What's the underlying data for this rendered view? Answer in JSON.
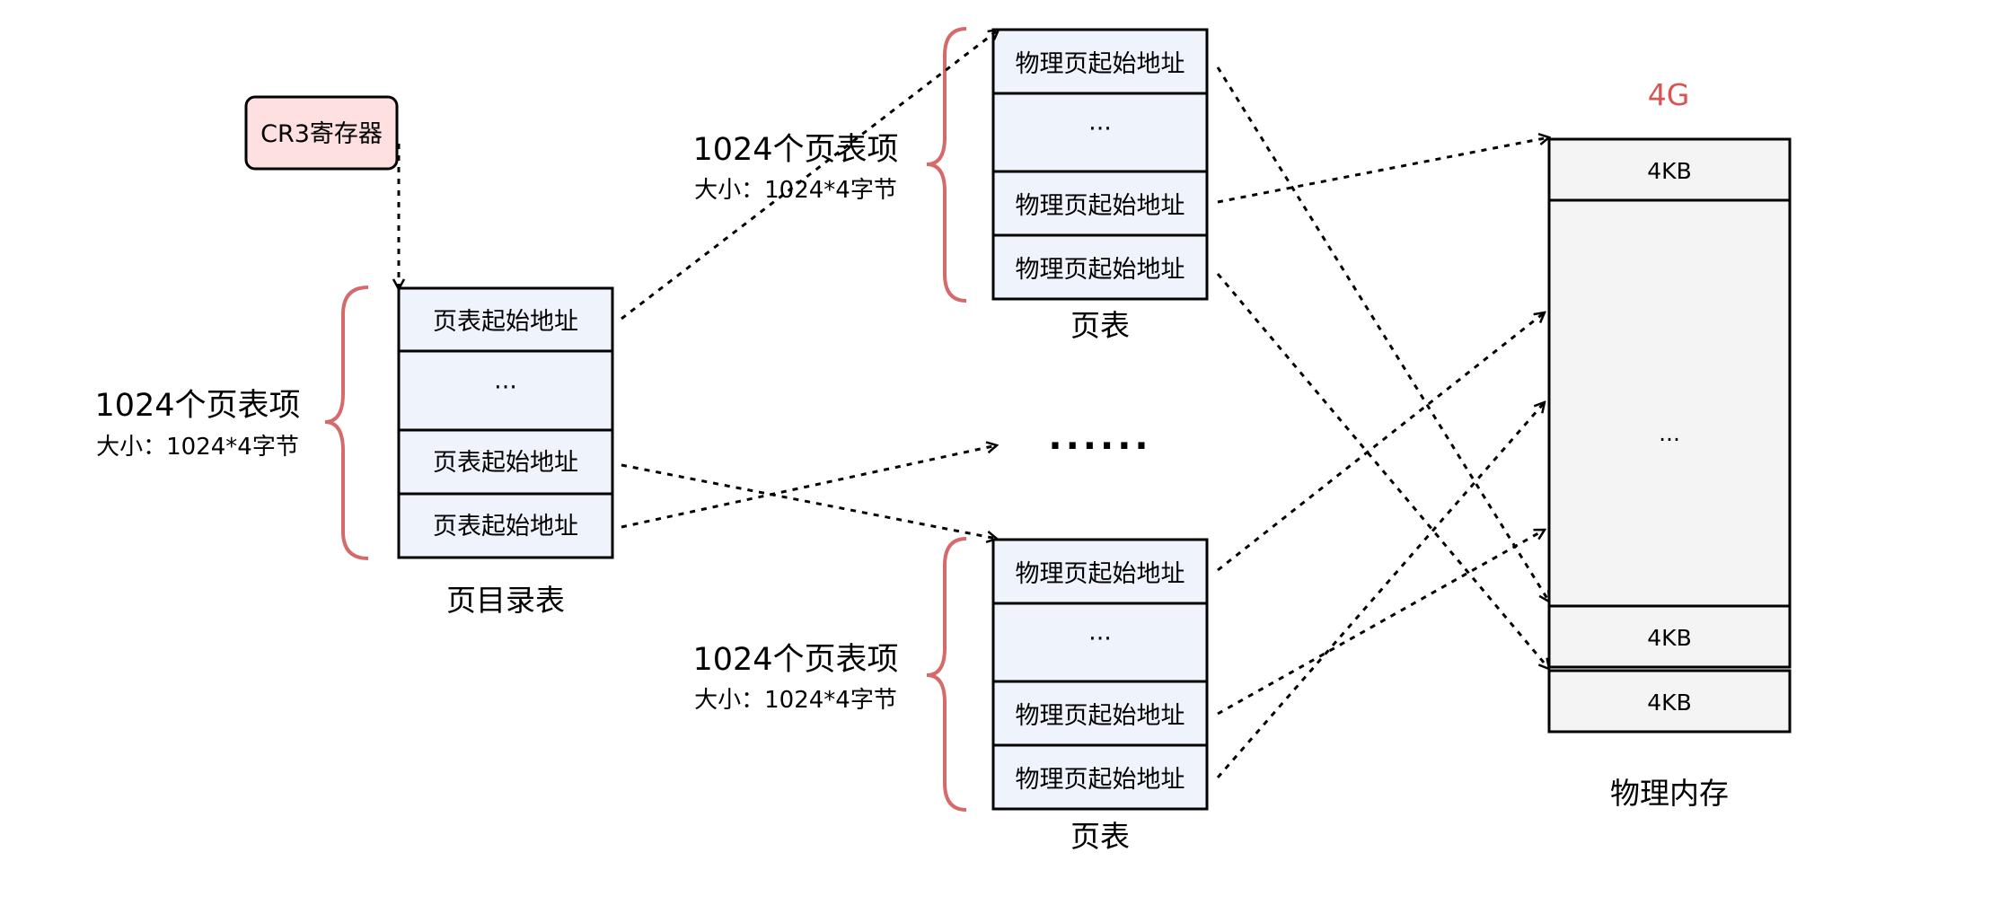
{
  "cr3": {
    "label": "CR3寄存器",
    "fill": "#ffe0e0"
  },
  "page_directory": {
    "title": "页目录表",
    "entries": [
      "页表起始地址",
      "···",
      "页表起始地址",
      "页表起始地址"
    ],
    "brace_label": "1024个页表项",
    "brace_sublabel": "大小：1024*4字节"
  },
  "page_table_top": {
    "title": "页表",
    "entries": [
      "物理页起始地址",
      "···",
      "物理页起始地址",
      "物理页起始地址"
    ],
    "brace_label": "1024个页表项",
    "brace_sublabel": "大小：1024*4字节"
  },
  "page_table_bottom": {
    "title": "页表",
    "entries": [
      "物理页起始地址",
      "···",
      "物理页起始地址",
      "物理页起始地址"
    ],
    "brace_label": "1024个页表项",
    "brace_sublabel": "大小：1024*4字节"
  },
  "middle_ellipsis": "······",
  "physical_memory": {
    "title": "物理内存",
    "top_label": "4G",
    "blocks": [
      "4KB",
      "···",
      "4KB",
      "4KB"
    ]
  },
  "colors": {
    "entry_fill": "#eef3fc",
    "memory_fill": "#f4f4f4",
    "brace": "#d46a6a",
    "accent_text": "#d9534f",
    "stroke": "#000000"
  }
}
